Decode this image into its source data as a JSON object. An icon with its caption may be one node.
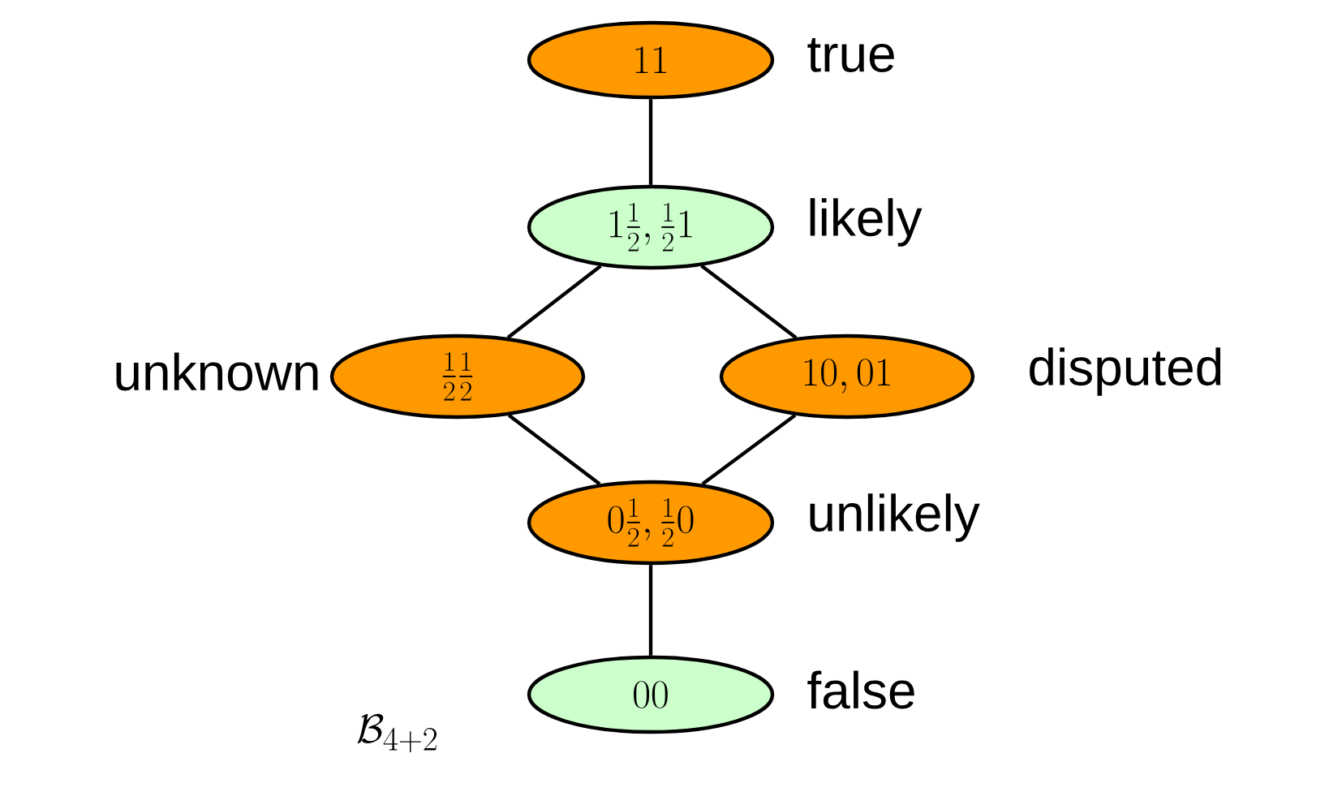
{
  "diagram": {
    "nodes": [
      {
        "text": [
          "11"
        ],
        "beside": [
          "true"
        ]
      },
      {
        "text": [
          "1\\tfrac{1}{2},\\tfrac{1}{2}1"
        ],
        "beside": [
          "likely"
        ]
      },
      {
        "text": [
          "\\tfrac{1}{2}\\tfrac{1}{2}"
        ],
        "beside": [
          "unknown"
        ]
      },
      {
        "text": [
          "10,01"
        ],
        "beside": [
          "disputed"
        ]
      },
      {
        "text": [
          "0\\tfrac{1}{2},\\tfrac{1}{2}0"
        ],
        "beside": [
          "unlikely"
        ]
      },
      {
        "text": [
          "00"
        ],
        "beside": [
          "false"
        ]
      }
    ],
    "edges": [
      {
        "from": 0,
        "to": 1,
        "arrow": "none"
      },
      {
        "from": 1,
        "to": 2,
        "arrow": "none"
      },
      {
        "from": 1,
        "to": 3,
        "arrow": "none"
      },
      {
        "from": 2,
        "to": 4,
        "arrow": "none"
      },
      {
        "from": 3,
        "to": 4,
        "arrow": "none"
      },
      {
        "from": 4,
        "to": 5,
        "arrow": "none"
      }
    ],
    "labels": [
      "\\mathcal{B}_{4+2}"
    ]
  }
}
